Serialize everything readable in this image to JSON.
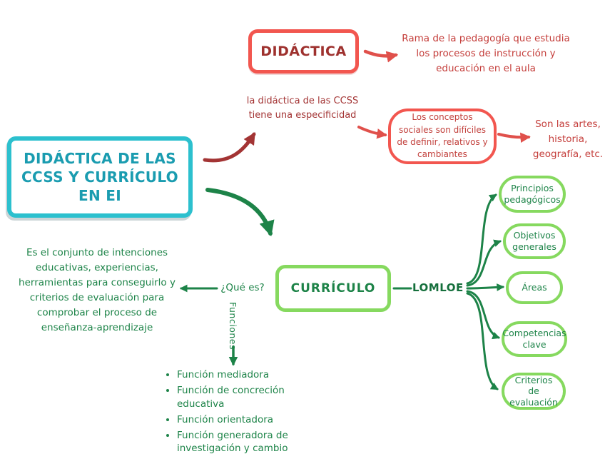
{
  "colors": {
    "cyan_border": "#2cc0ce",
    "cyan_text": "#1a9cb0",
    "red_border": "#f2564f",
    "red_text": "#c43d3a",
    "dark_red_text": "#a33434",
    "green_border": "#86d95f",
    "green_text": "#1e8449",
    "arrow_green": "#1d8348"
  },
  "main_node": {
    "label": "DIDÁCTICA DE LAS CCSS Y CURRÍCULO EN EI"
  },
  "didactica_branch": {
    "node_label": "DIDÁCTICA",
    "definition": "Rama de la pedagogía que estudia los procesos de instrucción y educación en el aula",
    "specificity_note": "la didáctica de las CCSS tiene una especificidad",
    "concepts_node_label": "Los conceptos sociales son difíciles de definir, relativos y cambiantes",
    "examples_note": "Son las artes, historia, geografía, etc."
  },
  "curriculo_branch": {
    "node_label": "CURRÍCULO",
    "que_es_label": "¿Qué es?",
    "definition": "Es el conjunto de intenciones educativas, experiencias, herramientas para conseguirlo y criterios de evaluación para comprobar el proceso de enseñanza-aprendizaje",
    "funciones_label": "Funciones",
    "funciones_items": [
      "Función mediadora",
      "Función de concreción educativa",
      "Función orientadora",
      "Función generadora de investigación y cambio"
    ],
    "lomloe_label": "LOMLOE",
    "lomloe_items": [
      "Principios pedagógicos",
      "Objetivos generales",
      "Áreas",
      "Competencias clave",
      "Criterios de evaluación"
    ]
  }
}
